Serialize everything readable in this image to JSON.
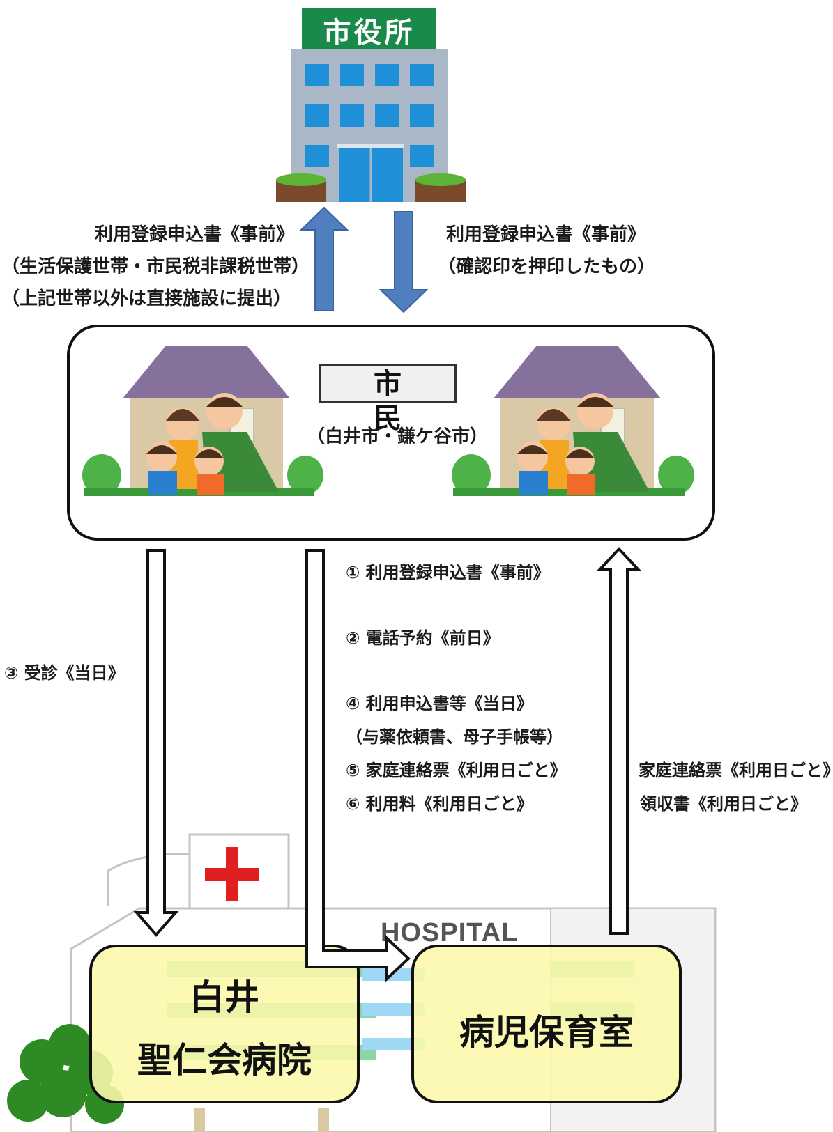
{
  "city_hall": {
    "sign": "市役所"
  },
  "top_left_labels": {
    "line1": "利用登録申込書《事前》",
    "line2": "（生活保護世帯・市民税非課税世帯）",
    "line3": "（上記世帯以外は直接施設に提出）"
  },
  "top_right_labels": {
    "line1": "利用登録申込書《事前》",
    "line2": "（確認印を押印したもの）"
  },
  "citizen": {
    "title": "市　民",
    "subtitle": "（白井市・鎌ケ谷市）"
  },
  "left_step": "③ 受診《当日》",
  "middle_steps": {
    "s1": "① 利用登録申込書《事前》",
    "s2": "② 電話予約《前日》",
    "s4": "④ 利用申込書等《当日》",
    "s4_note": "（与薬依頼書、母子手帳等）",
    "s5": "⑤ 家庭連絡票《利用日ごと》",
    "s6": "⑥ 利用料《利用日ごと》"
  },
  "right_labels": {
    "line1": "家庭連絡票《利用日ごと》",
    "line2": "領収書《利用日ごと》"
  },
  "hospital": {
    "sign": "HOSPITAL",
    "left_box_line1": "白井",
    "left_box_line2": "聖仁会病院",
    "right_box": "病児保育室"
  },
  "colors": {
    "blue_arrow": "#4f7fbf",
    "box_fill": "#faf8aa",
    "sign_green": "#1a8a4a",
    "red_cross": "#e02020"
  }
}
